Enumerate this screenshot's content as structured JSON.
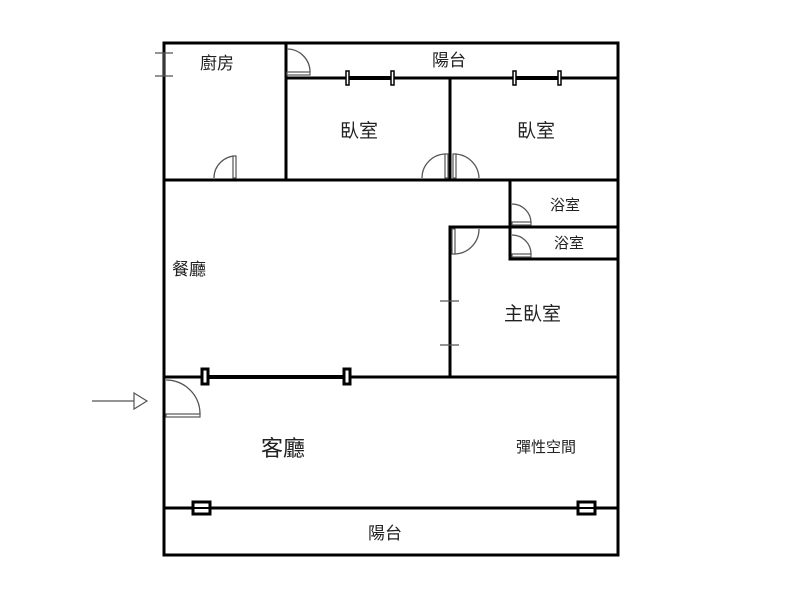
{
  "floor_plan": {
    "rooms": {
      "kitchen": "廚房",
      "balcony_top": "陽台",
      "bedroom_1": "臥室",
      "bedroom_2": "臥室",
      "bathroom_1": "浴室",
      "bathroom_2": "浴室",
      "dining_room": "餐廳",
      "master_bedroom": "主臥室",
      "living_room": "客廳",
      "flexible_space": "彈性空間",
      "balcony_bottom": "陽台"
    },
    "entrance": "entrance-arrow",
    "colors": {
      "wall": "#000000",
      "door": "#555555",
      "label": "#222222",
      "background": "#ffffff"
    }
  }
}
